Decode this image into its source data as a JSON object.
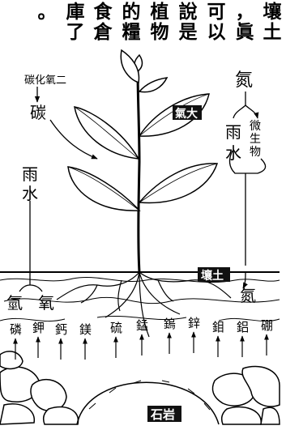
{
  "header": {
    "columns": [
      [
        "壤",
        "土"
      ],
      [
        "，",
        "眞"
      ],
      [
        "可",
        "以"
      ],
      [
        "說",
        "是"
      ],
      [
        "植",
        "物"
      ],
      [
        "的",
        "糧"
      ],
      [
        "食",
        "倉"
      ],
      [
        "庫",
        "了"
      ],
      [
        "。",
        ""
      ]
    ]
  },
  "labels": {
    "co2": "碳化氧二",
    "carbon": "碳",
    "atmosphere": "氣大",
    "nitrogen_top": "氮",
    "rain_right": [
      "雨",
      "水"
    ],
    "microbes": [
      "微",
      "生",
      "物"
    ],
    "rain_left": [
      "雨",
      "水"
    ],
    "soil": "壤土",
    "nitrogen_bottom": "氮",
    "hydrogen": "氫",
    "oxygen": "氧",
    "minerals": [
      "磷",
      "鉀",
      "鈣",
      "鎂",
      "硫",
      "錳",
      "鎢",
      "鋅",
      "鉬",
      "鋁",
      "硼"
    ],
    "rock": "石岩"
  }
}
